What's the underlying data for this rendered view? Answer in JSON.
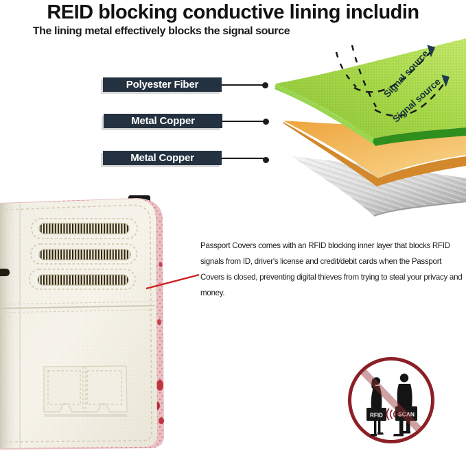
{
  "header": {
    "title": "REID blocking conductive lining includin",
    "subtitle": "The lining metal effectively blocks the signal source"
  },
  "layer_labels": [
    {
      "text": "Polyester Fiber"
    },
    {
      "text": "Metal Copper"
    },
    {
      "text": "Metal Copper"
    }
  ],
  "layer_diagram": {
    "signal_source_labels": [
      "Signal source",
      "Signal source"
    ],
    "layers": [
      {
        "name": "polyester-fiber-sheet",
        "color": "#9ccf3e"
      },
      {
        "name": "metal-copper-sheet",
        "color": "#f0ac44"
      },
      {
        "name": "metal-copper-bottom-sheet",
        "color": "#cfcfcf"
      }
    ]
  },
  "description": {
    "text": "Passport Covers comes with an RFID blocking inner layer that blocks RFID signals from ID, driver's license and credit/debit cards when the Passport Covers is closed, preventing digital thieves from trying to steal your privacy and money."
  },
  "no_scan_sign": {
    "left_bag_label": "RFID",
    "right_bag_label": "SCAN",
    "ring_color": "#8c2026"
  },
  "colors": {
    "label_box_navy": "#243140",
    "connector_black": "#1c1c1c",
    "annotation_red": "#cf2020",
    "arrow_navy": "#1f3a50"
  }
}
